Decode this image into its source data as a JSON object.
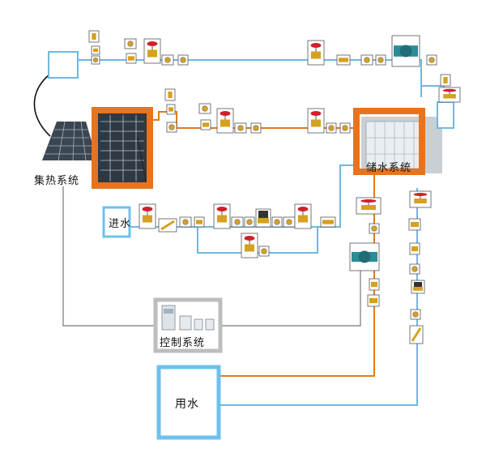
{
  "labels": {
    "collector": "集热系统",
    "storage": "储水系统",
    "inlet": "进水",
    "control": "控制系统",
    "usage": "用水"
  },
  "colors": {
    "cold_pipe": "#6fb8e0",
    "hot_pipe": "#e07a1f",
    "signal_wire": "#777777",
    "orange_frame": "#e8731c",
    "blue_frame": "#6cc1ee",
    "gray_frame": "#bdbdbd",
    "valve_red": "#d0202a",
    "brass": "#d6a020",
    "pump_teal": "#2a8c96"
  },
  "component_types": [
    "gate-valve-icon",
    "check-valve-icon",
    "union-fitting-icon",
    "pipe-coupling-icon",
    "water-pump-icon",
    "air-vent-valve-icon",
    "solenoid-valve-icon",
    "y-strainer-icon",
    "pressure-gauge-icon"
  ]
}
